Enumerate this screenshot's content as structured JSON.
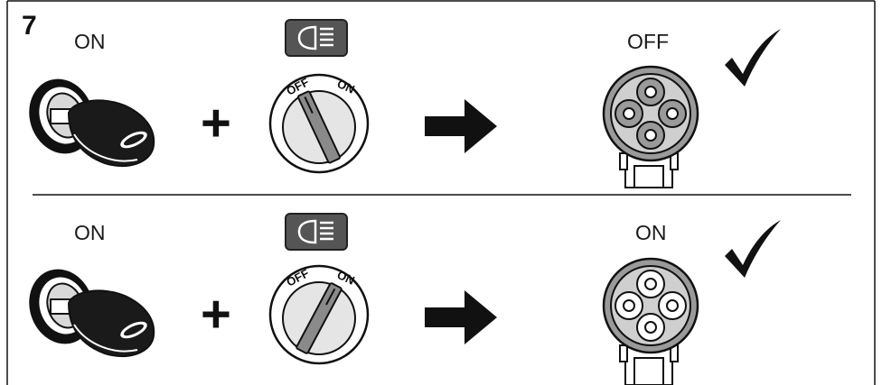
{
  "step": {
    "number": "7"
  },
  "rows": [
    {
      "key_label": "ON",
      "plus": "+",
      "switch": {
        "off_label": "OFF",
        "on_label": "ON",
        "position": "OFF"
      },
      "lamp_label": "OFF",
      "lamp_state": "off",
      "check": "✓"
    },
    {
      "key_label": "ON",
      "plus": "+",
      "switch": {
        "off_label": "OFF",
        "on_label": "ON",
        "position": "ON"
      },
      "lamp_label": "ON",
      "lamp_state": "on",
      "check": "✓"
    }
  ],
  "colors": {
    "ink": "#111111",
    "lamp_off_fill": "#9a9a9a",
    "lamp_on_fill": "#ffffff",
    "switch_knob": "#8a8a8a",
    "icon_bg": "#555555"
  },
  "icons": [
    "headlight-icon",
    "ignition-key-icon",
    "rotary-switch-icon",
    "arrow-right-icon",
    "work-lamp-icon",
    "checkmark-icon"
  ]
}
